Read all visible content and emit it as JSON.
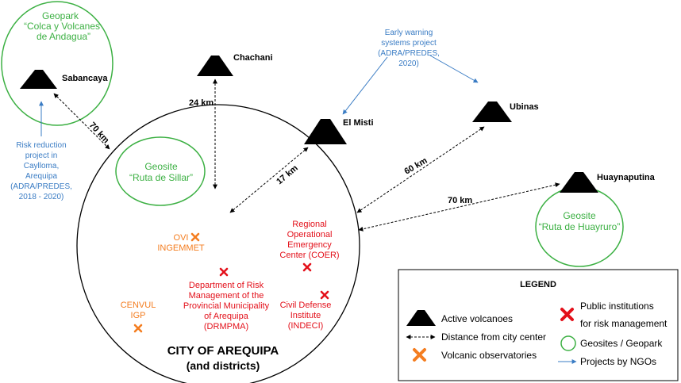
{
  "colors": {
    "geosite_green": "#3cb043",
    "institution_red": "#e3101a",
    "observatory_orange": "#f47d20",
    "ngo_blue": "#3a7cc4",
    "black": "#000000"
  },
  "volcanoes": {
    "sabancaya": "Sabancaya",
    "chachani": "Chachani",
    "el_misti": "El Misti",
    "ubinas": "Ubinas",
    "huaynaputina": "Huaynaputina"
  },
  "distances": {
    "sabancaya": "70 km",
    "chachani": "24 km",
    "el_misti": "17 km",
    "ubinas": "60 km",
    "huaynaputina": "70 km"
  },
  "geopark": {
    "line1": "Geopark",
    "line2": "“Colca y Volcanes",
    "line3": "de Andagua”"
  },
  "geosite_sillar": {
    "line1": "Geosite",
    "line2": "“Ruta de Sillar”"
  },
  "geosite_huayruro": {
    "line1": "Geosite",
    "line2": "“Ruta de Huayruro”"
  },
  "ngo_early_warning": {
    "line1": "Early warning",
    "line2": "systems project",
    "line3": "(ADRA/PREDES,",
    "line4": "2020)"
  },
  "ngo_risk_reduction": {
    "line1": "Risk reduction",
    "line2": "project in",
    "line3": "Caylloma,",
    "line4": "Arequipa",
    "line5": "(ADRA/PREDES,",
    "line6": "2018 - 2020)"
  },
  "observatories": {
    "ovi_line1": "OVI",
    "ovi_line2": "INGEMMET",
    "cenvul_line1": "CENVUL",
    "cenvul_line2": "IGP"
  },
  "institutions": {
    "coer": [
      "Regional",
      "Operational",
      "Emergency",
      "Center (COER)"
    ],
    "drmpma": [
      "Department of Risk",
      "Management of the",
      "Provincial Municipality",
      "of Arequipa",
      "(DRMPMA)"
    ],
    "indeci": [
      "Civil Defense",
      "Institute",
      "(INDECI)"
    ]
  },
  "city": {
    "line1": "CITY OF AREQUIPA",
    "line2": "(and districts)"
  },
  "legend": {
    "title": "LEGEND",
    "active_volcanoes": "Active volcanoes",
    "distance": "Distance from city center",
    "observatories": "Volcanic observatories",
    "institutions_line1": "Public institutions",
    "institutions_line2": "for risk management",
    "geosites": "Geosites / Geopark",
    "projects": "Projects by NGOs"
  }
}
